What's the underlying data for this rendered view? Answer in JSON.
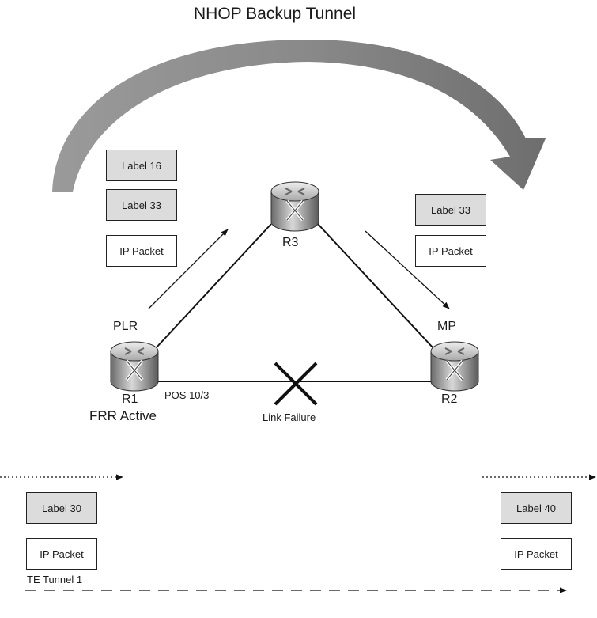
{
  "title": "NHOP Backup Tunnel",
  "routers": {
    "r1": {
      "name": "R1",
      "role": "PLR",
      "status": "FRR Active"
    },
    "r2": {
      "name": "R2",
      "role": "MP"
    },
    "r3": {
      "name": "R3"
    }
  },
  "link": {
    "interface": "POS 10/3",
    "failure": "Link Failure"
  },
  "stacks": {
    "r1_out": [
      "Label 16",
      "Label 33",
      "IP Packet"
    ],
    "r3_out": [
      "Label 33",
      "IP Packet"
    ],
    "ingress": [
      "Label 30",
      "IP Packet"
    ],
    "egress": [
      "Label 40",
      "IP Packet"
    ]
  },
  "tunnel": {
    "name": "TE Tunnel 1"
  },
  "colors": {
    "label_fill": "#dcdcdc",
    "arrow": "#8a8a8a"
  },
  "icons": {
    "router": "router-icon"
  }
}
